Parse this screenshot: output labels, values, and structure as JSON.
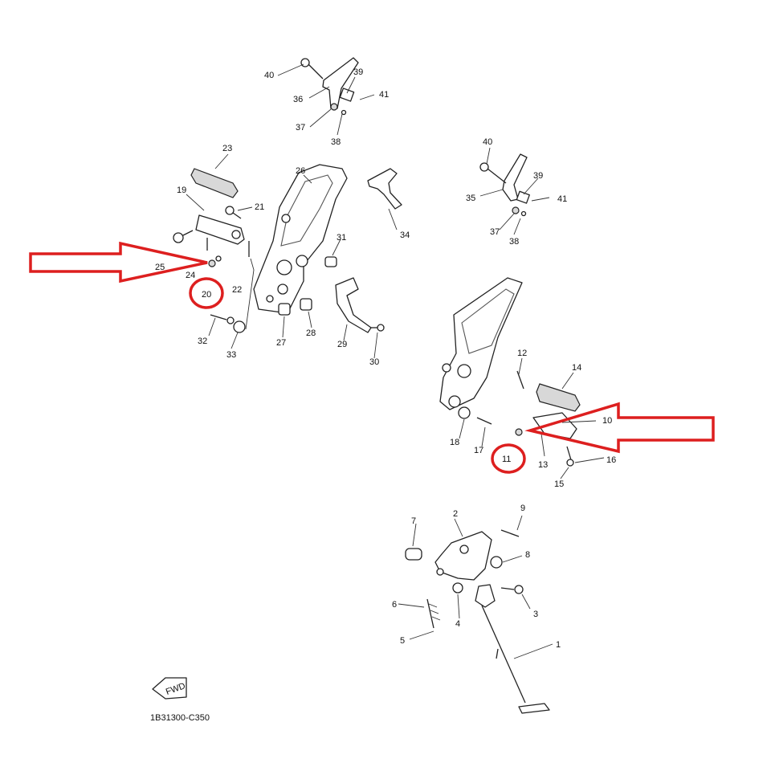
{
  "diagram": {
    "code": "1B31300-C350",
    "fwd_label": "FWD",
    "highlight_color": "#dd1f1f",
    "callouts": [
      "1",
      "2",
      "3",
      "4",
      "5",
      "6",
      "7",
      "8",
      "9",
      "10",
      "11",
      "12",
      "13",
      "14",
      "15",
      "16",
      "17",
      "18",
      "19",
      "20",
      "21",
      "22",
      "23",
      "24",
      "25",
      "26",
      "27",
      "28",
      "29",
      "30",
      "31",
      "32",
      "33",
      "34",
      "35",
      "36",
      "37",
      "38",
      "39",
      "40",
      "41"
    ],
    "left_assembly": {
      "n40": "40",
      "n39": "39",
      "n41": "41",
      "n36": "36",
      "n37": "37",
      "n38": "38"
    },
    "right_assembly": {
      "n40": "40",
      "n39": "39",
      "n41": "41",
      "n35": "35",
      "n37": "37",
      "n38": "38"
    },
    "highlighted": [
      "20",
      "11"
    ]
  }
}
